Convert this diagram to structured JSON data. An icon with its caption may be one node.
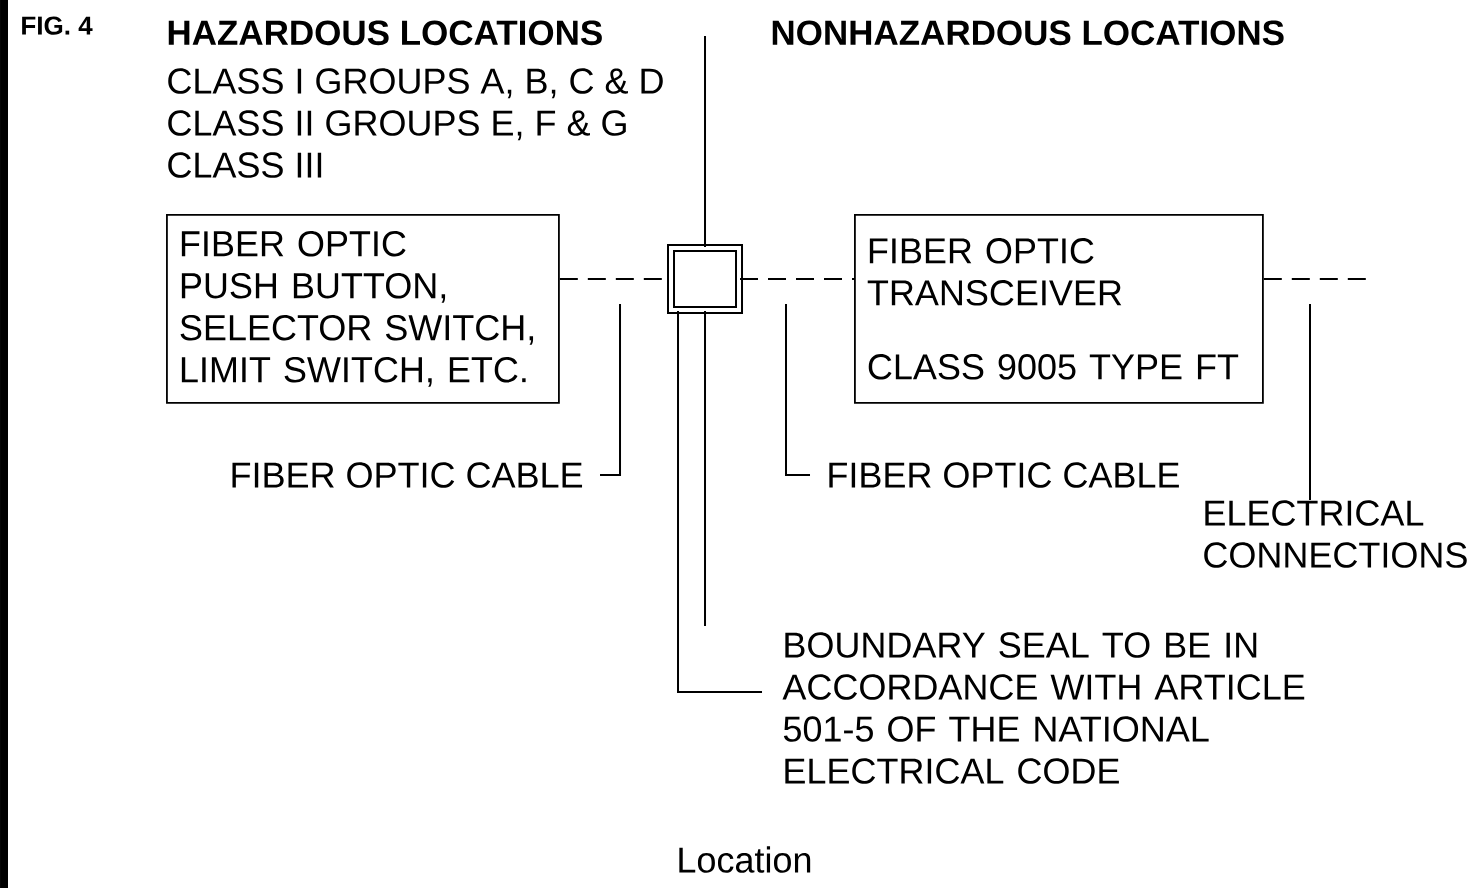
{
  "diagram": {
    "nodes": [
      {
        "text": [
          "FIBER OPTIC",
          "PUSH BUTTON, SELECTOR SWITCH, LIMIT SWITCH, ETC."
        ]
      },
      {
        "text": [],
        "shape": "box"
      },
      {
        "text": [
          "FIBER OPTIC TRANSCEIVER",
          "CLASS 9005 TYPE FT"
        ]
      },
      {
        "text": [
          "FIBER OPTIC CABLE"
        ]
      },
      {
        "text": [
          "FIBER OPTIC CABLE"
        ]
      },
      {
        "text": [
          "ELECTRICAL CONNECTIONS"
        ]
      },
      {
        "text": [
          "BOUNDARY SEAL TO BE IN ACCORDANCE WITH ARTICLE 501-5 OF THE NATIONAL ELECTRICAL CODE"
        ]
      }
    ],
    "edges": [
      {
        "from": 0,
        "to": 1,
        "arrow": "none",
        "style": "dashed"
      },
      {
        "from": 1,
        "to": 2,
        "arrow": "none",
        "style": "dashed"
      },
      {
        "from": 2,
        "to": null,
        "arrow": "none",
        "style": "dashed"
      },
      {
        "from": 3,
        "to": null,
        "arrow": "none"
      },
      {
        "from": 4,
        "to": null,
        "arrow": "none"
      },
      {
        "from": 5,
        "to": null,
        "arrow": "none"
      },
      {
        "from": 6,
        "to": 1,
        "arrow": "none"
      }
    ],
    "labels": [
      "FIG. 4",
      "HAZARDOUS LOCATIONS",
      "NONHAZARDOUS LOCATIONS",
      "CLASS I GROUPS A, B, C & D",
      "CLASS II GROUPS E, F & G",
      "CLASS III",
      "Location"
    ]
  }
}
